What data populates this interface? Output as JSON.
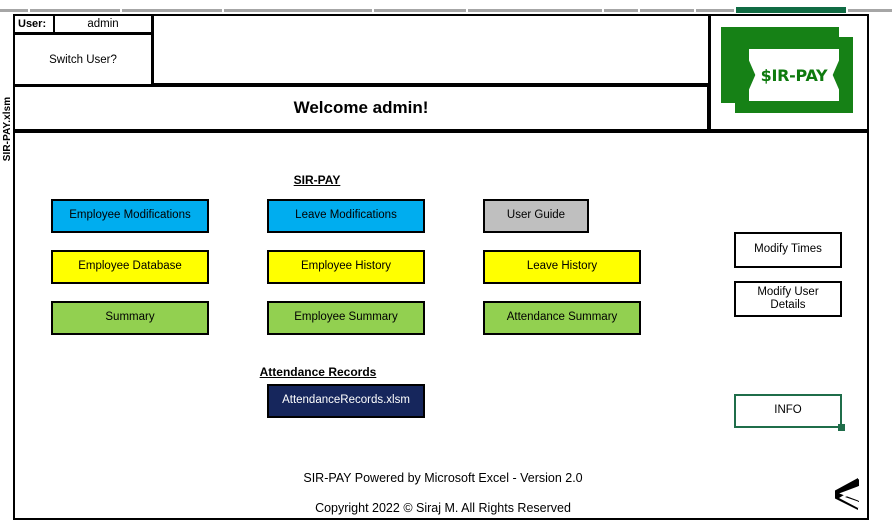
{
  "app": {
    "sheet_tab_label": "SIR-PAY.xlsm",
    "accent_green": "#168116",
    "accent_blue": "#00adef",
    "accent_yellow": "#ffff00",
    "accent_lightgreen": "#92d050",
    "accent_gray": "#bfbfbf",
    "accent_navy": "#16265c",
    "info_border_green": "#1f6d4a"
  },
  "column_ruler": {
    "selected_color": "#106b43",
    "segment_color": "#a6a6a6"
  },
  "header": {
    "user_label": "User:",
    "user_value": "admin",
    "switch_user_label": "Switch User?",
    "welcome_text": "Welcome admin!"
  },
  "logo": {
    "text": "$IR-PAY",
    "icon": "banknote-icon"
  },
  "sections": {
    "sirpay_title": "SIR-PAY",
    "attendance_title": "Attendance Records"
  },
  "buttons": {
    "employee_modifications": "Employee Modifications",
    "leave_modifications": "Leave Modifications",
    "user_guide": "User Guide",
    "employee_database": "Employee Database",
    "employee_history": "Employee History",
    "leave_history": "Leave History",
    "summary": "Summary",
    "employee_summary": "Employee Summary",
    "attendance_summary": "Attendance Summary",
    "attendance_records_file": "AttendanceRecords.xlsm",
    "modify_times": "Modify Times",
    "modify_user_details": "Modify User\nDetails",
    "info": "INFO"
  },
  "footer": {
    "line1": "SIR-PAY Powered by Microsoft Excel - Version 2.0",
    "line2": "Copyright 2022 © Siraj M. All Rights Reserved",
    "brand_icon": "s-monogram-icon"
  }
}
